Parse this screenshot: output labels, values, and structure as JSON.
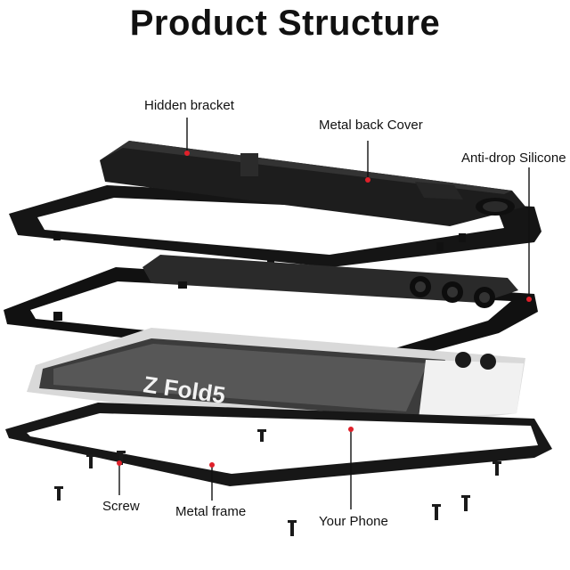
{
  "title": "Product Structure",
  "labels": {
    "hidden_bracket": "Hidden bracket",
    "metal_back_cover": "Metal back Cover",
    "anti_drop_silicone": "Anti-drop Silicone",
    "screw": "Screw",
    "metal_frame": "Metal frame",
    "your_phone": "Your Phone"
  },
  "phone_print": "Z Fold5",
  "colors": {
    "accent": "#e0202a",
    "text": "#111111",
    "frame": "#141414"
  }
}
